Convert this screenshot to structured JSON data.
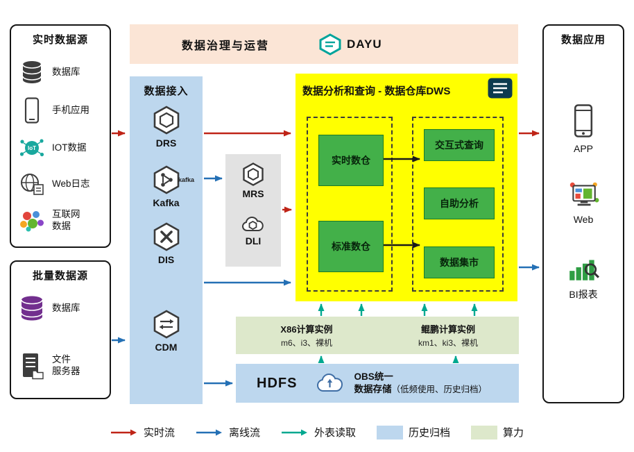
{
  "banner": {
    "title": "数据治理与运营",
    "logo": "DAYU"
  },
  "realtime_sources": {
    "title": "实时数据源",
    "items": [
      {
        "icon": "database-icon",
        "label": "数据库"
      },
      {
        "icon": "mobile-app-icon",
        "label": "手机应用"
      },
      {
        "icon": "iot-icon",
        "label": "IOT数据"
      },
      {
        "icon": "web-log-icon",
        "label": "Web日志"
      },
      {
        "icon": "internet-data-icon",
        "label": "互联网\n数据"
      }
    ]
  },
  "batch_sources": {
    "title": "批量数据源",
    "items": [
      {
        "icon": "database-purple-icon",
        "label": "数据库"
      },
      {
        "icon": "file-server-icon",
        "label": "文件\n服务器"
      }
    ]
  },
  "ingestion": {
    "title": "数据接入",
    "items": [
      {
        "icon": "drs-icon",
        "label": "DRS"
      },
      {
        "icon": "kafka-icon",
        "label": "Kafka",
        "badge": "kafka"
      },
      {
        "icon": "dis-icon",
        "label": "DIS"
      },
      {
        "icon": "cdm-icon",
        "label": "CDM"
      }
    ]
  },
  "processing": {
    "items": [
      {
        "icon": "mrs-icon",
        "label": "MRS"
      },
      {
        "icon": "dli-icon",
        "label": "DLI"
      }
    ]
  },
  "dws": {
    "title": "数据分析和查询 - 数据仓库DWS",
    "warehouse_boxes": [
      "实时数仓",
      "标准数仓"
    ],
    "service_boxes": [
      "交互式查询",
      "自助分析",
      "数据集市"
    ]
  },
  "compute": {
    "x86": {
      "title": "X86计算实例",
      "subtitle": "m6、i3、裸机"
    },
    "kunpeng": {
      "title": "鲲鹏计算实例",
      "subtitle": "km1、ki3、裸机"
    }
  },
  "storage": {
    "hdfs": "HDFS",
    "obs_line1": "OBS统一",
    "obs_line2": "数据存储",
    "obs_note": "（低频使用、历史归档）"
  },
  "applications": {
    "title": "数据应用",
    "items": [
      {
        "icon": "app-icon",
        "label": "APP"
      },
      {
        "icon": "web-icon",
        "label": "Web"
      },
      {
        "icon": "bi-report-icon",
        "label": "BI报表"
      }
    ]
  },
  "legend": {
    "items": [
      {
        "type": "arrow",
        "color": "#bf2417",
        "label": "实时流"
      },
      {
        "type": "arrow",
        "color": "#2470b5",
        "label": "离线流"
      },
      {
        "type": "arrow",
        "color": "#00a890",
        "label": "外表读取"
      },
      {
        "type": "swatch",
        "color": "#bdd7ee",
        "label": "历史归档"
      },
      {
        "type": "swatch",
        "color": "#dde8cb",
        "label": "算力"
      }
    ]
  },
  "flows": [
    {
      "from": "实时数据源",
      "to": "数据接入",
      "type": "实时流"
    },
    {
      "from": "数据接入",
      "to": "数据仓库DWS",
      "type": "实时流"
    },
    {
      "from": "MRS/DLI",
      "to": "数据仓库DWS",
      "type": "实时流"
    },
    {
      "from": "数据仓库DWS",
      "to": "数据应用",
      "type": "实时流"
    },
    {
      "from": "数据接入",
      "to": "MRS/DLI",
      "type": "离线流"
    },
    {
      "from": "数据接入",
      "to": "数据仓库DWS",
      "type": "离线流"
    },
    {
      "from": "批量数据源",
      "to": "数据接入",
      "type": "离线流"
    },
    {
      "from": "数据接入",
      "to": "HDFS/OBS",
      "type": "离线流"
    },
    {
      "from": "数据仓库DWS",
      "to": "数据应用",
      "type": "离线流"
    },
    {
      "from": "计算实例",
      "to": "数据仓库DWS",
      "type": "外表读取"
    },
    {
      "from": "HDFS/OBS",
      "to": "计算实例",
      "type": "外表读取"
    },
    {
      "from": "实时数仓",
      "to": "交互式查询",
      "type": "内部流"
    },
    {
      "from": "标准数仓",
      "to": "数据集市",
      "type": "内部流"
    }
  ],
  "colors": {
    "banner_bg": "#fbe5d6",
    "ingestion_bg": "#bdd7ee",
    "dws_bg": "#ffff00",
    "green_box": "#43b049",
    "compute_bg": "#dde8cb",
    "storage_bg": "#bdd7ee",
    "realtime_flow": "#bf2417",
    "offline_flow": "#2470b5",
    "external_read": "#00a890"
  }
}
